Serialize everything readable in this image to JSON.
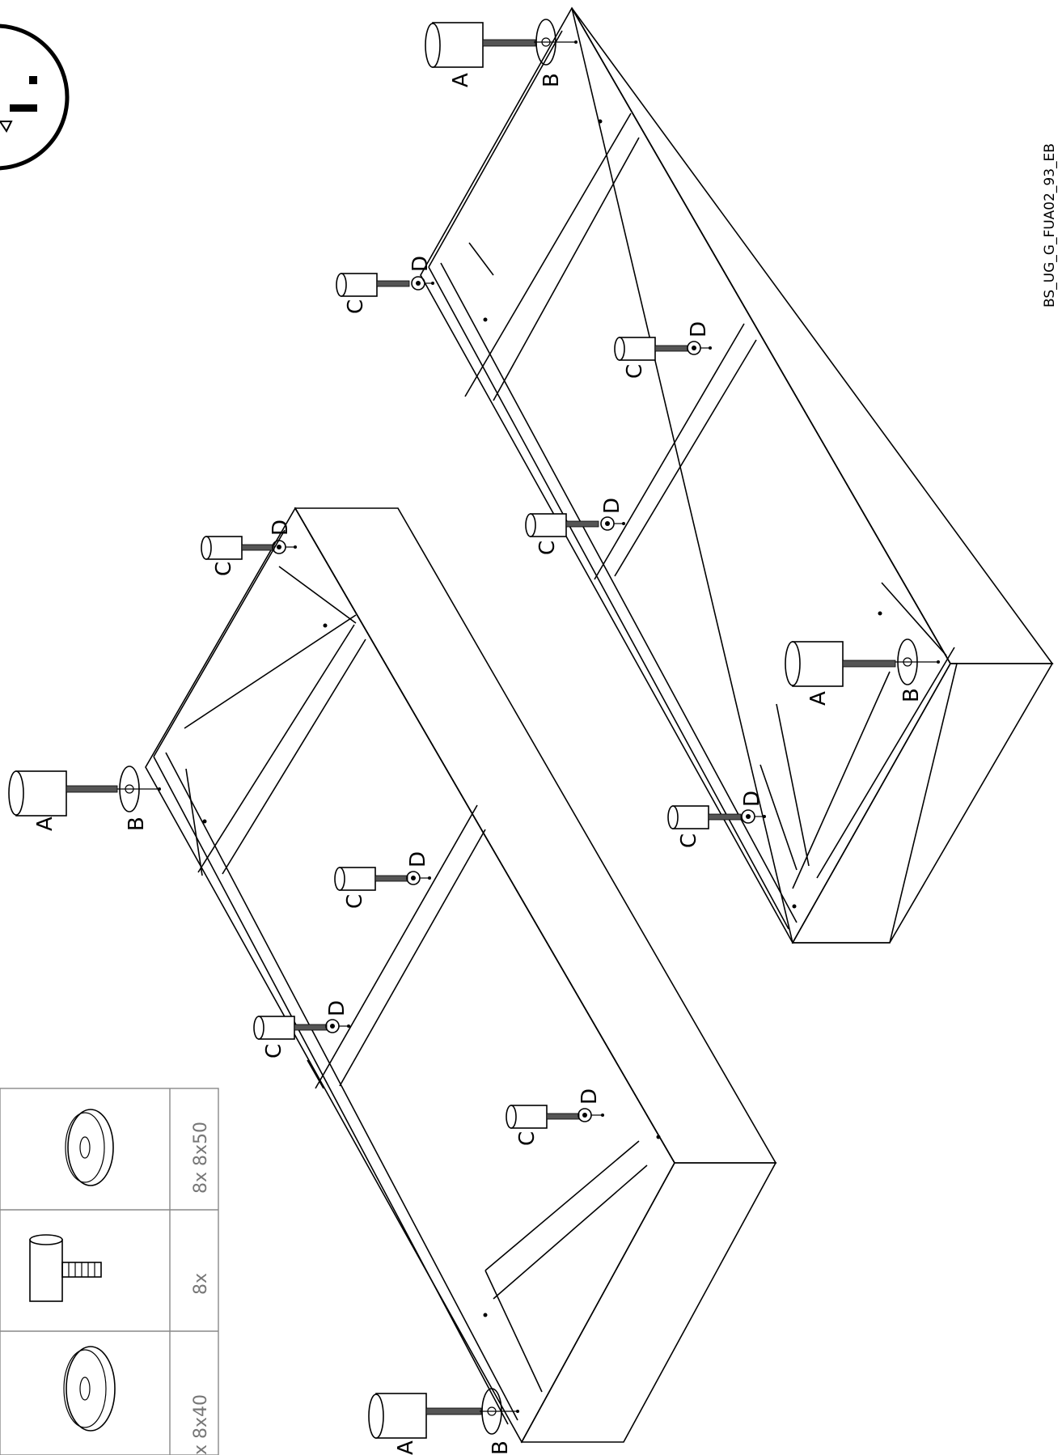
{
  "document_code": "BS_UG_G_FUA02_93_EB",
  "callout_labels": {
    "A": "A",
    "B": "B",
    "C": "C",
    "D": "D"
  },
  "parts_table": [
    {
      "part_icon": "washer-icon",
      "quantity_text": "8x 8x50"
    },
    {
      "part_icon": "foot-with-screw-icon",
      "quantity_text": "8x"
    },
    {
      "part_icon": "washer-icon",
      "quantity_text": "x 8x40"
    }
  ],
  "warning_badge_icon": "one-person-assembly-icon"
}
